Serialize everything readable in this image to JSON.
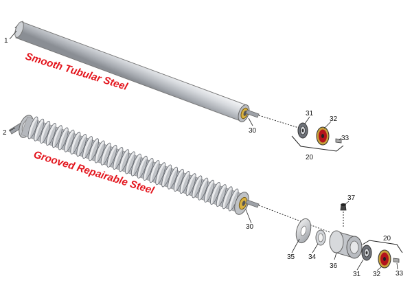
{
  "labels": {
    "roller_smooth": "Smooth Tubular Steel",
    "roller_grooved": "Grooved Repairable Steel"
  },
  "callouts": {
    "p1": "1",
    "p2": "2",
    "p30a": "30",
    "p30b": "30",
    "p31a": "31",
    "p32a": "32",
    "p33a": "33",
    "p20a": "20",
    "p37": "37",
    "p35": "35",
    "p34": "34",
    "p36": "36",
    "p31b": "31",
    "p32b": "32",
    "p33b": "33",
    "p20b": "20"
  },
  "colors": {
    "accent_red": "#e3141c",
    "steel": "#c8cbd0",
    "bronze_ring": "#c8a23a",
    "seal_red": "#b3141c"
  }
}
